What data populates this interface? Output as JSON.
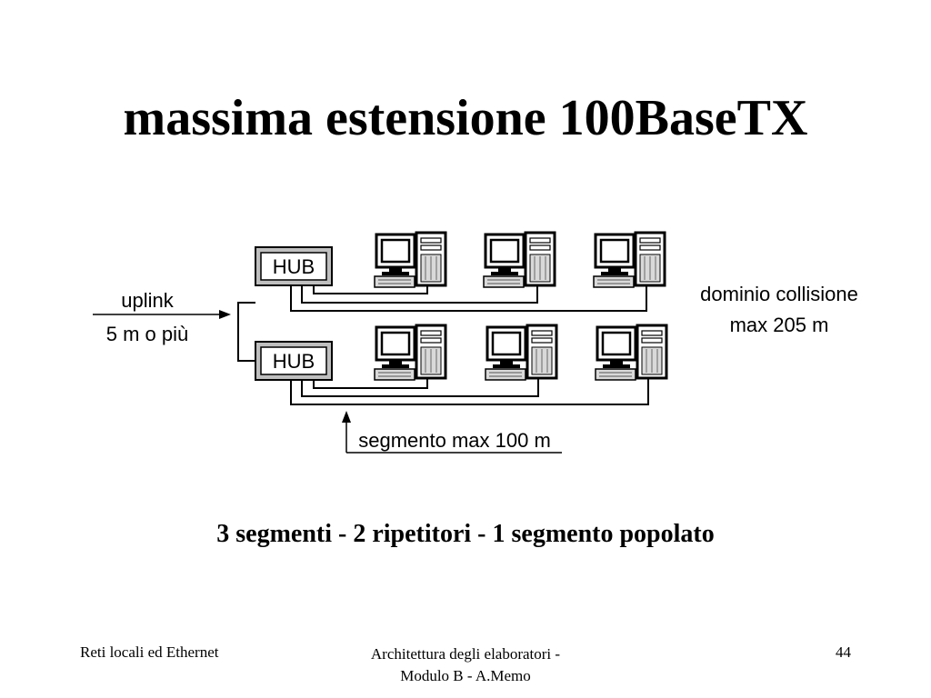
{
  "slide": {
    "title": "massima estensione 100BaseTX",
    "caption": "3 segmenti - 2 ripetitori - 1 segmento popolato"
  },
  "diagram": {
    "hubs": [
      {
        "label": "HUB"
      },
      {
        "label": "HUB"
      }
    ],
    "uplink": {
      "line1": "uplink",
      "line2": "5 m o più"
    },
    "collision_domain": {
      "line1": "dominio collisione",
      "line2": "max 205 m"
    },
    "segment": {
      "label": "segmento max 100 m"
    },
    "computers_per_hub": 3
  },
  "footer": {
    "left": "Reti locali ed Ethernet",
    "center_line1": "Architettura degli elaboratori -",
    "center_line2": "Modulo B - A.Memo",
    "page_number": "44"
  }
}
